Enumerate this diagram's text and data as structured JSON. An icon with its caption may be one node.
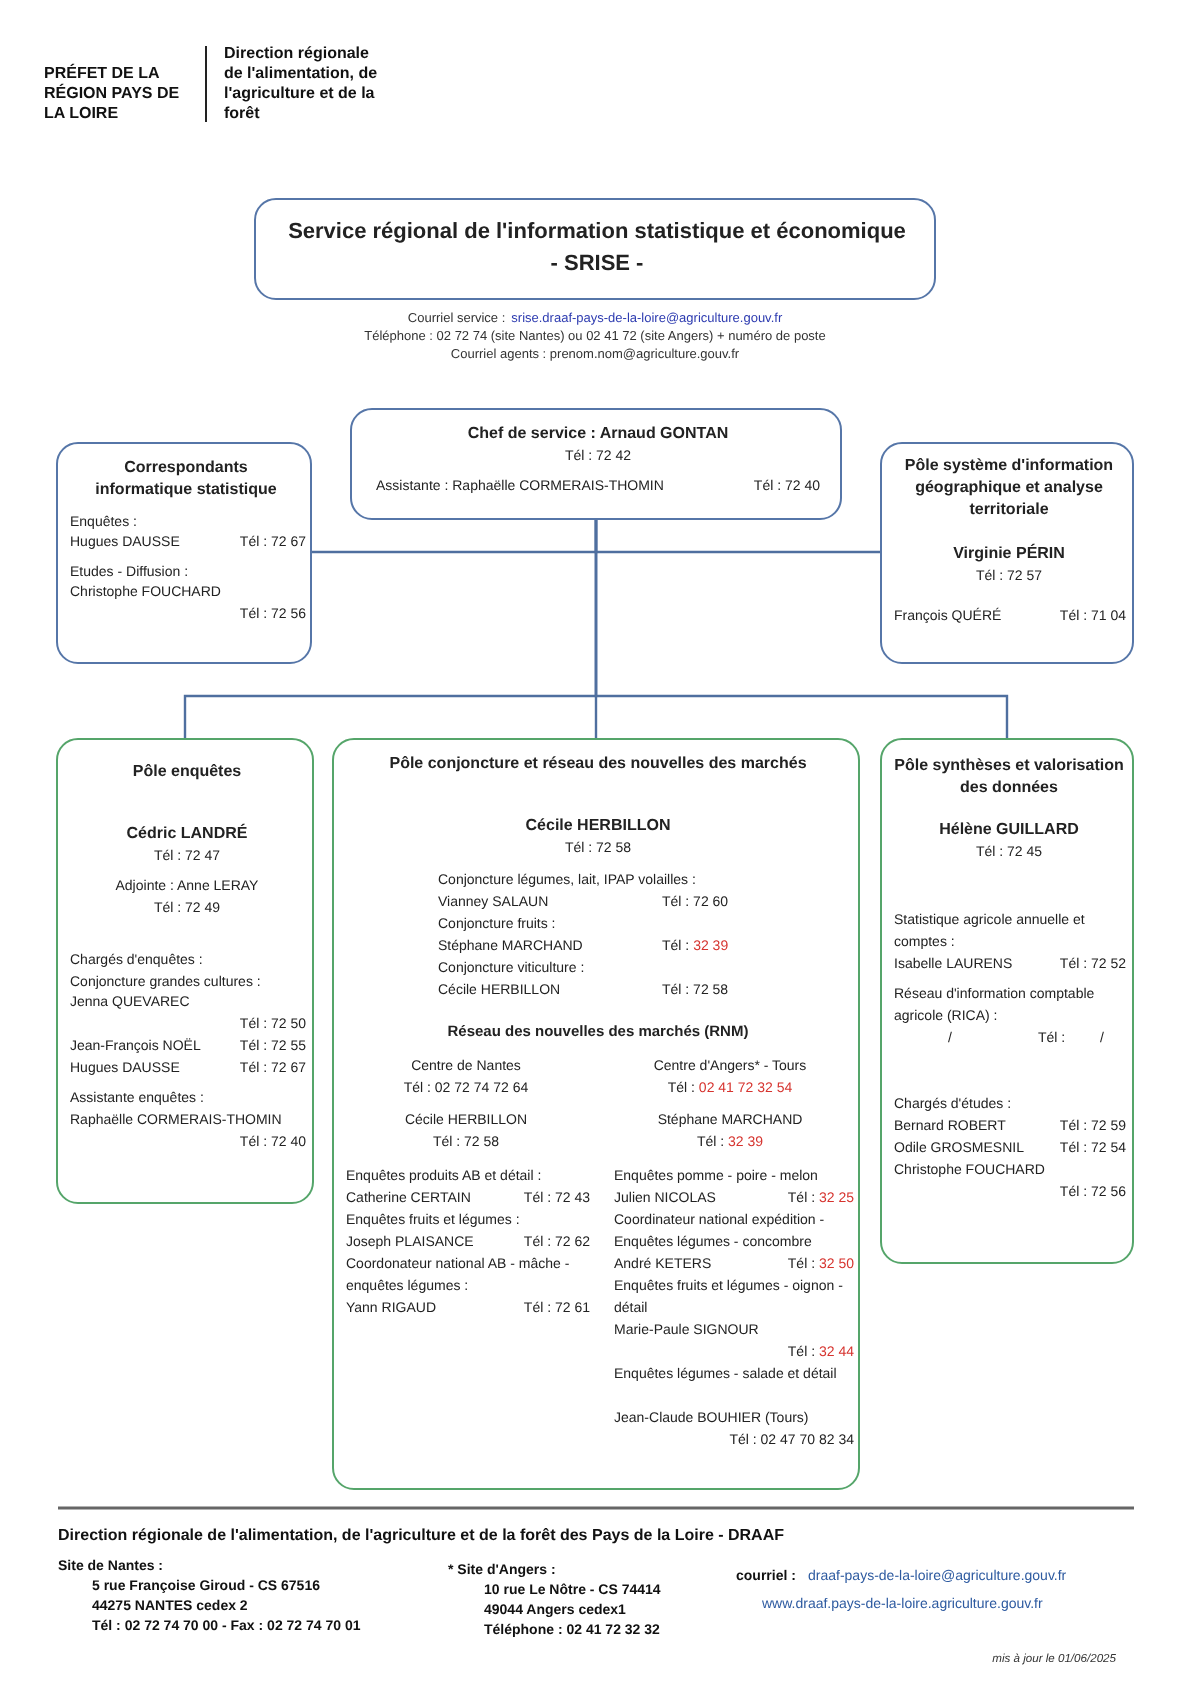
{
  "diagram": {
    "nodes": [
      {
        "text": [
          "Service régional de l'information statistique et économique",
          "- SRISE -"
        ]
      },
      {
        "text": [
          "Chef de service : Arnaud GONTAN",
          "Tél : 72 42",
          "Assistante : Raphaëlle CORMERAIS-THOMIN",
          "Tél : 72 40"
        ]
      },
      {
        "text": [
          "Correspondants informatique statistique",
          "Enquêtes :",
          "Hugues DAUSSE",
          "Tél : 72 67",
          "Etudes - Diffusion :",
          "Christophe FOUCHARD",
          "Tél : 72 56"
        ]
      },
      {
        "text": [
          "Pôle système d'information géographique et analyse territoriale",
          "Virginie PÉRIN",
          "Tél : 72 57",
          "François QUÉRÉ",
          "Tél : 71 04"
        ]
      },
      {
        "text": [
          "Pôle enquêtes",
          "Cédric LANDRÉ",
          "Tél : 72 47",
          "Adjointe : Anne LERAY",
          "Tél : 72 49",
          "Chargés d'enquêtes :",
          "Conjoncture grandes cultures :",
          "Jenna QUEVAREC",
          "Tél : 72 50",
          "Jean-François NOËL",
          "Tél : 72 55",
          "Hugues DAUSSE",
          "Tél : 72 67",
          "Assistante enquêtes :",
          "Raphaëlle CORMERAIS-THOMIN",
          "Tél : 72 40"
        ]
      },
      {
        "text": [
          "Pôle conjoncture et réseau des nouvelles des marchés",
          "Cécile HERBILLON",
          "Tél : 72 58",
          "Conjoncture légumes, lait, IPAP volailles :",
          "Vianney SALAUN",
          "Tél : 72 60",
          "Conjoncture fruits :",
          "Stéphane MARCHAND",
          "Tél : 32 39",
          "Conjoncture viticulture :",
          "Cécile HERBILLON",
          "Tél : 72 58",
          "Réseau des nouvelles des marchés (RNM)",
          "Centre de Nantes",
          "Tél : 02 72 74 72 64",
          "Centre d'Angers* - Tours",
          "Tél : 02 41 72 32 54",
          "Cécile HERBILLON",
          "Tél : 72 58",
          "Stéphane MARCHAND",
          "Tél : 32 39",
          "Enquêtes produits AB et détail :",
          "Catherine CERTAIN",
          "Tél : 72 43",
          "Enquêtes fruits et légumes :",
          "Joseph PLAISANCE",
          "Tél : 72 62",
          "Coordonateur national AB - mâche - enquêtes légumes :",
          "Yann RIGAUD",
          "Tél : 72 61",
          "Enquêtes pomme - poire - melon",
          "Julien NICOLAS",
          "Tél : 32 25",
          "Coordinateur national expédition - Enquêtes légumes - concombre",
          "André KETERS",
          "Tél : 32 50",
          "Enquêtes fruits et légumes - oignon - détail",
          "Marie-Paule SIGNOUR",
          "Tél : 32 44",
          "Enquêtes légumes - salade et détail",
          "Jean-Claude BOUHIER (Tours)",
          "Tél : 02 47 70 82 34"
        ]
      },
      {
        "text": [
          "Pôle synthèses et valorisation des données",
          "Hélène GUILLARD",
          "Tél : 72 45",
          "Statistique agricole annuelle et comptes :",
          "Isabelle LAURENS",
          "Tél : 72 52",
          "Réseau d'information comptable agricole (RICA) :",
          "/",
          "Tél :",
          "/",
          "Chargés d'études :",
          "Bernard ROBERT",
          "Tél : 72 59",
          "Odile GROSMESNIL",
          "Tél : 72 54",
          "Christophe FOUCHARD",
          "Tél : 72 56"
        ]
      }
    ],
    "edges": [
      {
        "from": 1,
        "to": 2,
        "arrow": "none"
      },
      {
        "from": 1,
        "to": 3,
        "arrow": "none"
      },
      {
        "from": 1,
        "to": 4,
        "arrow": "none"
      },
      {
        "from": 1,
        "to": 5,
        "arrow": "none"
      },
      {
        "from": 1,
        "to": 6,
        "arrow": "none"
      }
    ],
    "labels": [
      "PRÉFET DE LA RÉGION PAYS DE LA LOIRE",
      "Direction régionale de l'alimentation, de l'agriculture et de la forêt",
      "Courriel service :",
      "srise.draaf-pays-de-la-loire@agriculture.gouv.fr",
      "Téléphone : 02 72 74 (site Nantes) ou 02 41 72 (site Angers) + numéro de poste",
      "Courriel agents : prenom.nom@agriculture.gouv.fr",
      "Direction régionale de l'alimentation, de l'agriculture et de la forêt des Pays de la Loire - DRAAF",
      "Site de Nantes :",
      "5 rue Françoise Giroud - CS 67516",
      "44275 NANTES cedex 2",
      "Tél : 02 72 74 70 00 - Fax : 02 72 74 70 01",
      "* Site d'Angers :",
      "10 rue Le Nôtre - CS 74414",
      "49044 Angers cedex1",
      "Téléphone : 02 41 72 32 32",
      "courriel :",
      "draaf-pays-de-la-loire@agriculture.gouv.fr",
      "www.draaf.pays-de-la-loire.agriculture.gouv.fr",
      "mis à jour le 01/06/2025"
    ]
  }
}
